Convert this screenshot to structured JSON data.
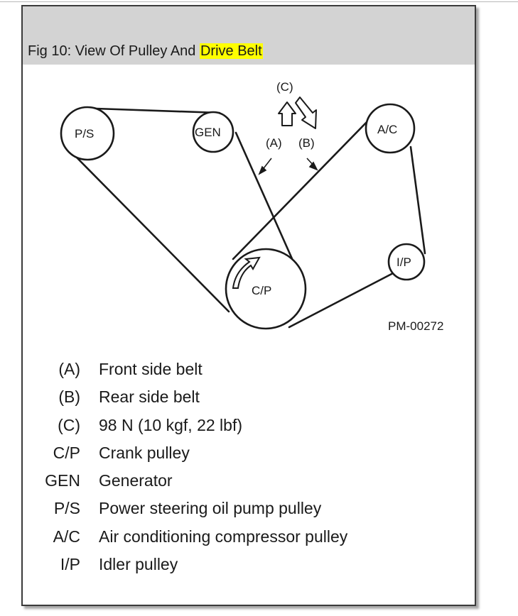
{
  "caption": {
    "prefix": "Fig 10: View Of Pulley And ",
    "highlight": "Drive Belt"
  },
  "diagram": {
    "pulleys": {
      "ps": "P/S",
      "gen": "GEN",
      "ac": "A/C",
      "ip": "I/P",
      "cp": "C/P"
    },
    "markers": {
      "c": "(C)",
      "a": "(A)",
      "b": "(B)"
    },
    "code": "PM-00272"
  },
  "legend": [
    {
      "code": "(A)",
      "desc": "Front side belt"
    },
    {
      "code": "(B)",
      "desc": "Rear side belt"
    },
    {
      "code": "(C)",
      "desc": "98 N (10 kgf, 22 lbf)"
    },
    {
      "code": "C/P",
      "desc": "Crank pulley"
    },
    {
      "code": "GEN",
      "desc": "Generator"
    },
    {
      "code": "P/S",
      "desc": "Power steering oil pump pulley"
    },
    {
      "code": "A/C",
      "desc": "Air conditioning compressor pulley"
    },
    {
      "code": "I/P",
      "desc": "Idler pulley"
    }
  ],
  "colors": {
    "highlight": "#ffff00",
    "caption_bar": "#d3d3d3",
    "ink": "#1a1a1a"
  }
}
